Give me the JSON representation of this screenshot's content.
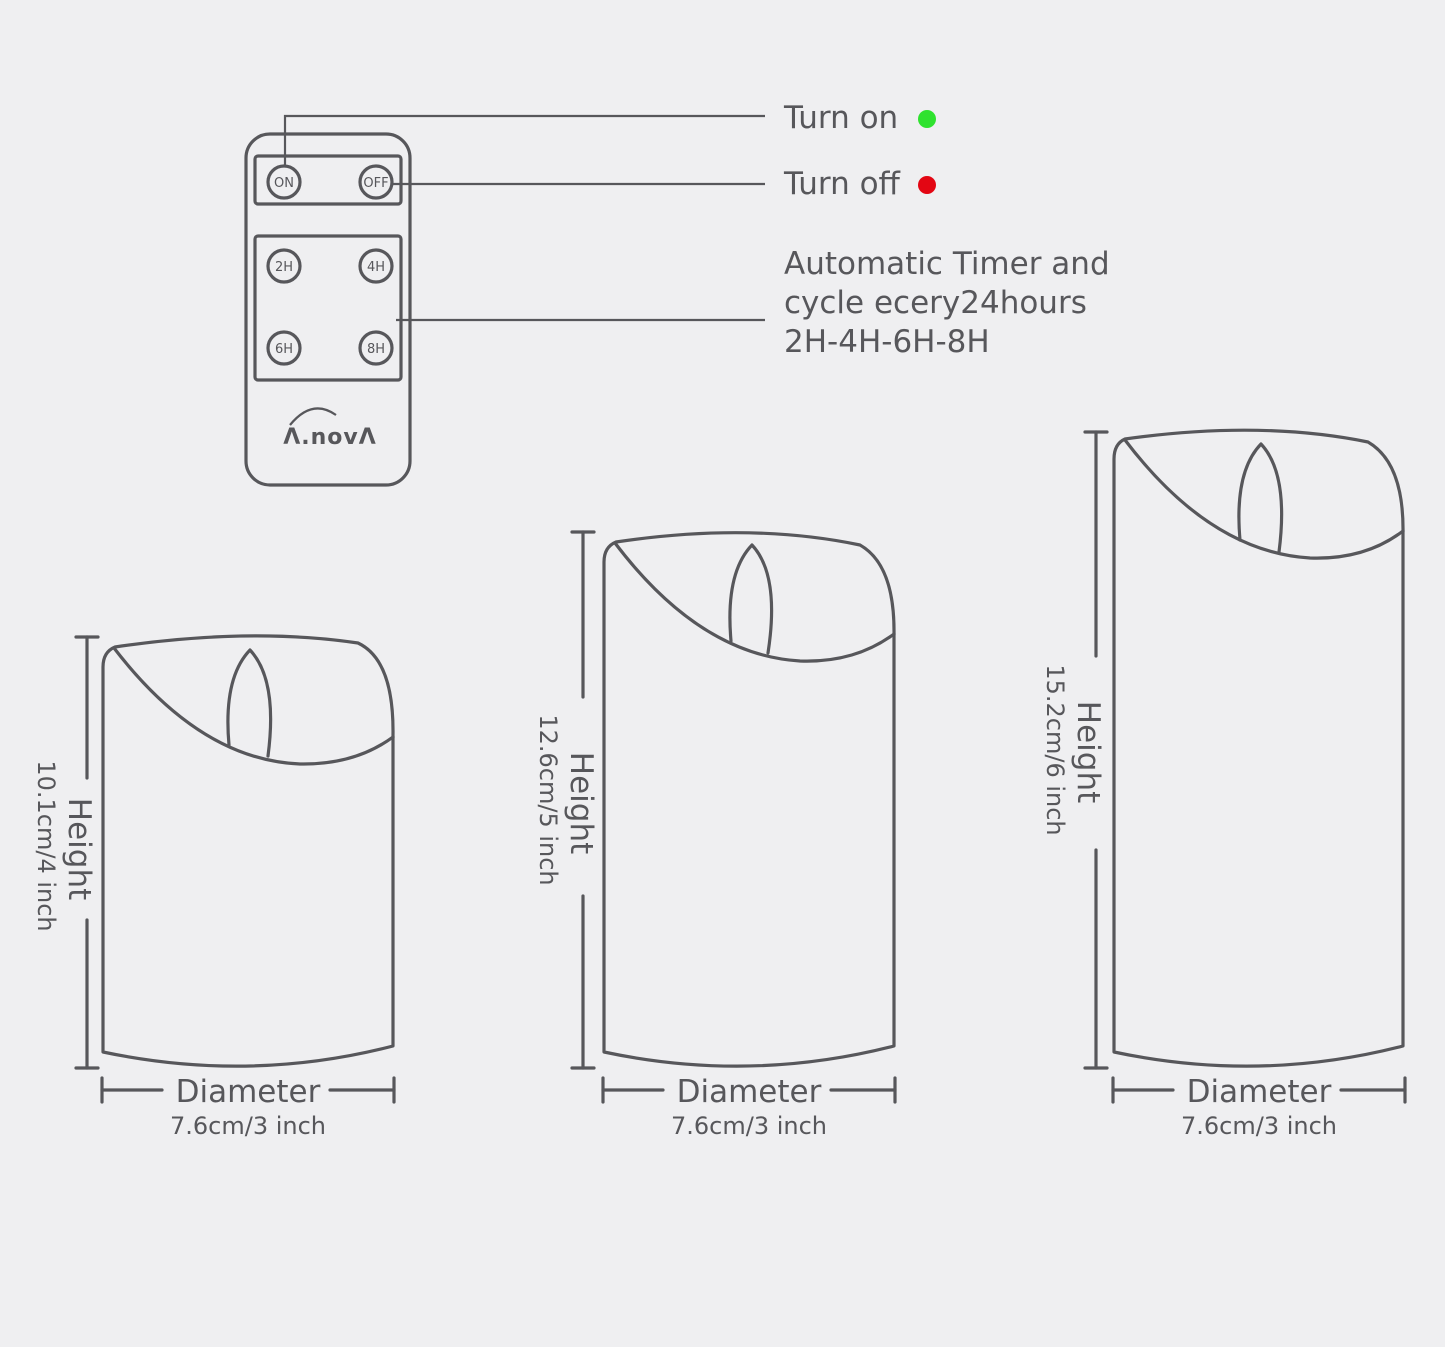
{
  "remote": {
    "brand": "Λ.novΛ",
    "buttons": {
      "on": "ON",
      "off": "OFF",
      "t2": "2H",
      "t4": "4H",
      "t6": "6H",
      "t8": "8H"
    }
  },
  "callouts": {
    "turn_on": "Turn on",
    "turn_off": "Turn off",
    "timer_line1": "Automatic Timer and",
    "timer_line2": "cycle ecery24hours",
    "timer_line3": "2H-4H-6H-8H"
  },
  "colors": {
    "on_dot": "#2fe22f",
    "off_dot": "#e30613",
    "stroke": "#57575b",
    "background": "#efeff1"
  },
  "candles": [
    {
      "height_label": "Height",
      "height_value": "10.1cm/4 inch",
      "diameter_label": "Diameter",
      "diameter_value": "7.6cm/3 inch"
    },
    {
      "height_label": "Height",
      "height_value": "12.6cm/5 inch",
      "diameter_label": "Diameter",
      "diameter_value": "7.6cm/3 inch"
    },
    {
      "height_label": "Height",
      "height_value": "15.2cm/6 inch",
      "diameter_label": "Diameter",
      "diameter_value": "7.6cm/3 inch"
    }
  ]
}
